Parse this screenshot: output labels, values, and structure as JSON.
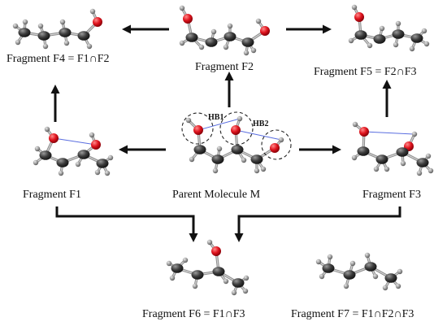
{
  "labels": {
    "f4": "Fragment F4 = F1∩F2",
    "f2": "Fragment F2",
    "f5": "Fragment F5 = F2∩F3",
    "f1": "Fragment F1",
    "parent": "Parent Molecule  M",
    "f3": "Fragment F3",
    "f6": "Fragment F6 = F1∩F3",
    "f7": "Fragment F7 = F1∩F2∩F3",
    "hb1": "HB1",
    "hb2": "HB2"
  },
  "colors": {
    "carbon": "#3c3c3c",
    "oxygen": "#e0141e",
    "hydrogen": "#8a8a8a",
    "hbond": "#5a6ee0",
    "arrow": "#111111"
  }
}
